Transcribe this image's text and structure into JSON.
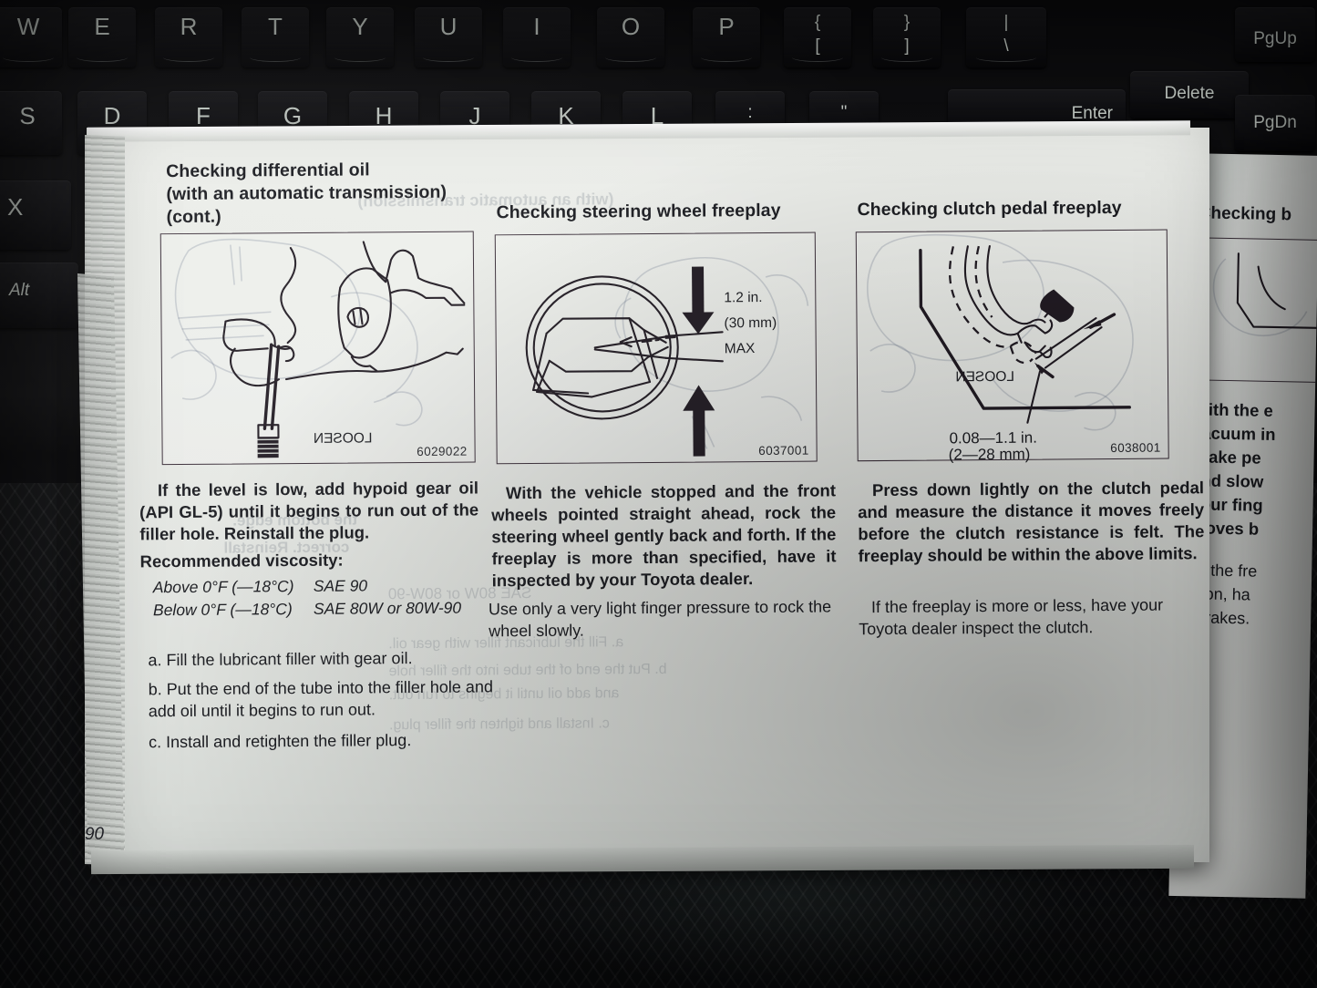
{
  "scene": {
    "description": "Photo of an open Toyota owner's manual page lying on a laptop keyboard",
    "page_number": "90"
  },
  "keyboard": {
    "row_qwerty": [
      "W",
      "E",
      "R",
      "T",
      "Y",
      "U",
      "I",
      "O",
      "P"
    ],
    "row_bracket": [
      {
        "top": "{",
        "bottom": "["
      },
      {
        "top": "}",
        "bottom": "]"
      },
      {
        "top": "|",
        "bottom": "\\"
      }
    ],
    "row_home": [
      "S",
      "D",
      "F",
      "G",
      "H",
      "J",
      "K",
      "L"
    ],
    "punct": [
      ":",
      "\""
    ],
    "nav_keys": [
      "PgUp",
      "Delete",
      "PgDn",
      "Enter"
    ],
    "other_keys": [
      "X",
      "Alt"
    ]
  },
  "left_page": {
    "column1": {
      "heading": [
        "Checking differential oil",
        "(with an automatic transmission)",
        "(cont.)"
      ],
      "figure_number": "6029022",
      "figure_name": "differential-filler-tube-illustration",
      "paragraph": "If the level is low, add hypoid gear oil (API GL-5) until it begins to run out of the filler hole. Reinstall the plug.",
      "viscosity_label": "Recommended viscosity:",
      "viscosity_rows": [
        {
          "condition": "Above  0°F (—18°C)",
          "grade": "SAE 90"
        },
        {
          "condition": "Below  0°F (—18°C)",
          "grade": "SAE 80W or 80W-90"
        }
      ],
      "steps": [
        "a. Fill the lubricant filler with gear oil.",
        "b. Put the end of the tube into the filler hole and add oil until it begins to run out.",
        "c. Install and retighten the filler plug."
      ]
    },
    "column2": {
      "heading": "Checking steering wheel freeplay",
      "figure_number": "6037001",
      "figure_name": "steering-wheel-freeplay-illustration",
      "figure_callout": [
        "1.2 in.",
        "(30 mm)",
        "MAX"
      ],
      "paragraph_bold": "With the vehicle stopped and the front wheels pointed straight ahead, rock the steering wheel gently back and forth. If the freeplay is more than specified, have it inspected by your Toyota dealer.",
      "paragraph_plain": "Use only a very light finger pressure to rock the wheel slowly."
    },
    "column3": {
      "heading": "Checking clutch pedal freeplay",
      "figure_number": "6038001",
      "figure_name": "clutch-pedal-freeplay-illustration",
      "figure_callout": [
        "0.08—1.1 in.",
        "(2—28 mm)"
      ],
      "paragraph_bold": "Press down lightly on the clutch pedal and measure the distance it moves freely before the clutch resistance is felt. The freeplay should be within the above limits.",
      "paragraph_plain": "If the freeplay is more or less, have your Toyota dealer inspect the clutch."
    },
    "ghost_showthrough": [
      "(with an automatic transmission)",
      "the bottom edge.",
      "correct. Reinstall",
      "SAE 80W or 80W-90",
      "a. Fill the lubricant filler with gear oil.",
      "b. Put the end of the tube into the filler hole",
      "and add oil until it begins to run out.",
      "c. Install and tighten the filler plug."
    ]
  },
  "right_page": {
    "heading": "Checking b",
    "paragraph_bold": [
      "With the e",
      "vacuum in",
      "brake pe",
      "and slow",
      "your fing",
      "moves b"
    ],
    "paragraph_plain": [
      "If the fre",
      "tion,  ha",
      "brakes."
    ]
  },
  "colors": {
    "paper": "#eceeea",
    "ink": "#1c1d22",
    "figure_border": "#3b2f3a",
    "key_glyph": "#c8cfc9",
    "background": "#0b0b0d"
  }
}
